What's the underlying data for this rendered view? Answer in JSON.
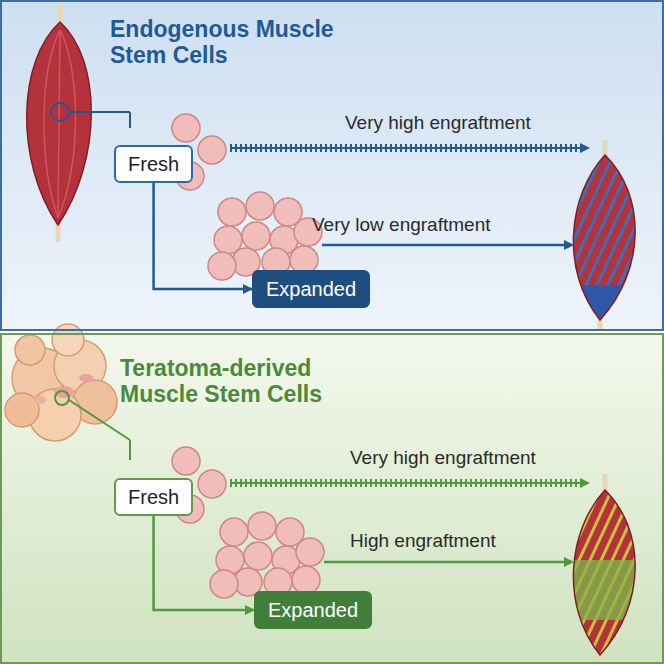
{
  "diagram": {
    "nodes": [
      {
        "text": [
          "Endogenous Muscle Stem Cells"
        ]
      },
      {
        "text": [
          "Fresh"
        ],
        "in": 0
      },
      {
        "text": [
          "Expanded"
        ],
        "in": 0
      },
      {
        "text": [
          "Teratoma-derived Muscle Stem Cells"
        ]
      },
      {
        "text": [
          "Fresh"
        ],
        "in": 3
      },
      {
        "text": [
          "Expanded"
        ],
        "in": 3
      }
    ],
    "edges": [
      {
        "from": 1,
        "to": 2,
        "arrow": "to"
      },
      {
        "from": 4,
        "to": 5,
        "arrow": "to"
      }
    ],
    "labels": [
      "Very high engraftment",
      "Very low engraftment",
      "Very high engraftment",
      "High engraftment"
    ]
  }
}
